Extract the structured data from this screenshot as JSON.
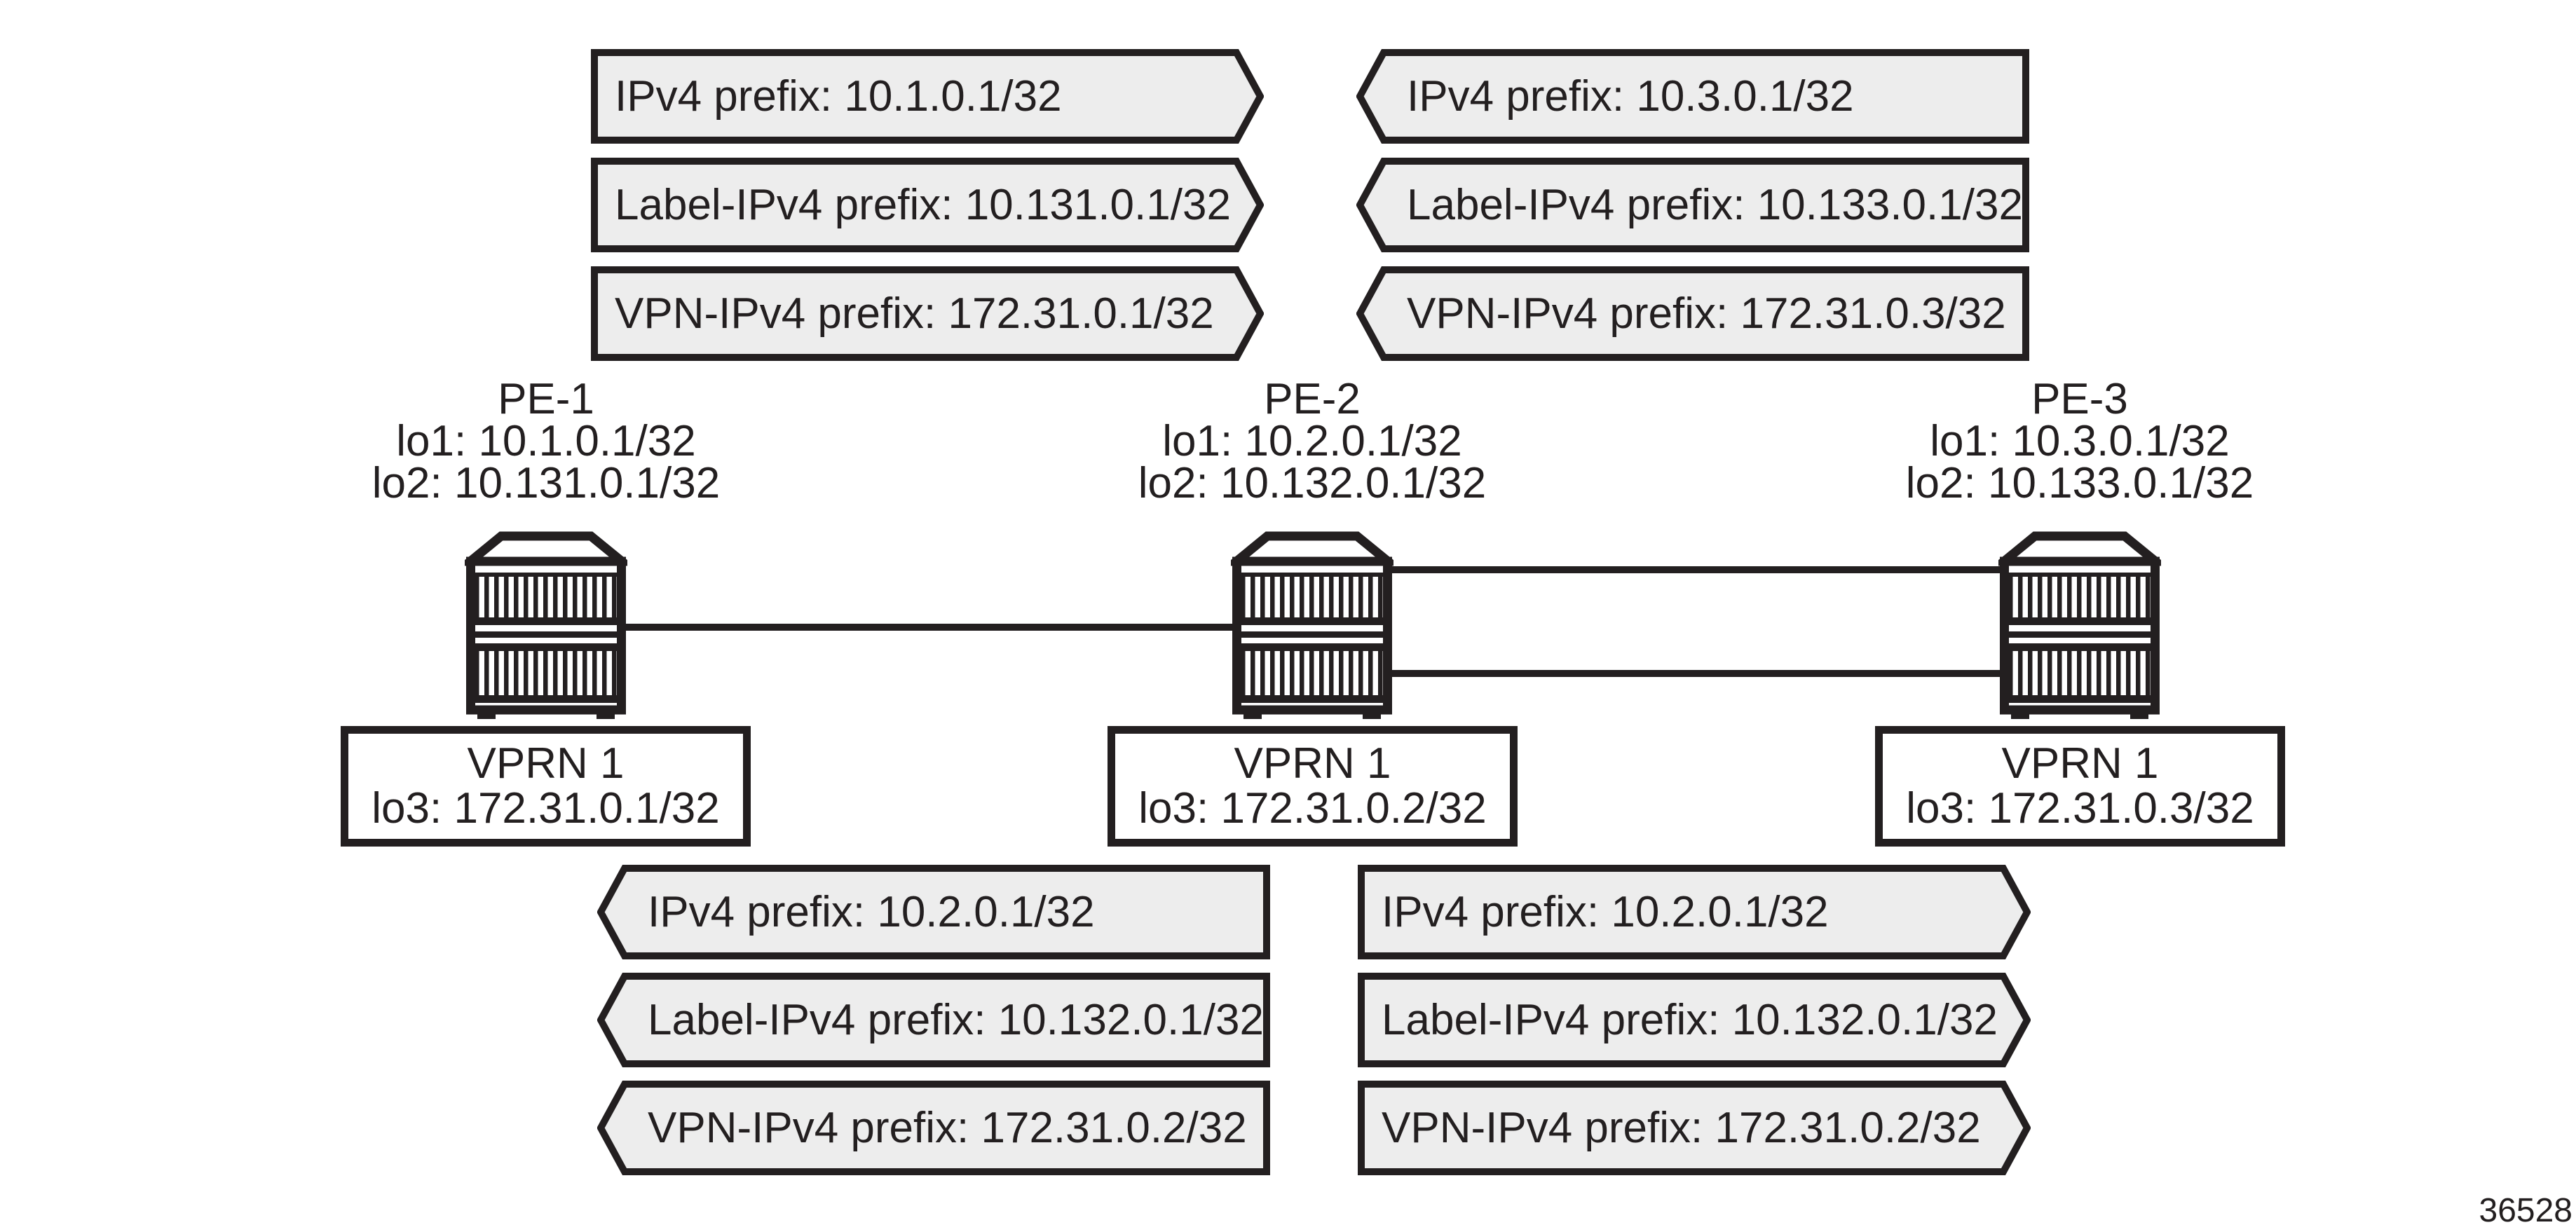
{
  "colors": {
    "ink": "#231f20",
    "callout_fill": "#ededed",
    "background": "#ffffff"
  },
  "ads": {
    "top_left": {
      "direction": "right",
      "items": [
        "IPv4 prefix: 10.1.0.1/32",
        "Label-IPv4 prefix: 10.131.0.1/32",
        "VPN-IPv4 prefix: 172.31.0.1/32"
      ]
    },
    "top_right": {
      "direction": "left",
      "items": [
        "IPv4 prefix: 10.3.0.1/32",
        "Label-IPv4 prefix: 10.133.0.1/32",
        "VPN-IPv4 prefix: 172.31.0.3/32"
      ]
    },
    "bottom_left": {
      "direction": "left",
      "items": [
        "IPv4 prefix: 10.2.0.1/32",
        "Label-IPv4 prefix: 10.132.0.1/32",
        "VPN-IPv4 prefix: 172.31.0.2/32"
      ]
    },
    "bottom_right": {
      "direction": "right",
      "items": [
        "IPv4 prefix: 10.2.0.1/32",
        "Label-IPv4 prefix: 10.132.0.1/32",
        "VPN-IPv4 prefix: 172.31.0.2/32"
      ]
    }
  },
  "routers": [
    {
      "name": "PE-1",
      "loopbacks": [
        "lo1: 10.1.0.1/32",
        "lo2: 10.131.0.1/32"
      ],
      "vprn": {
        "name": "VPRN 1",
        "loopback": "lo3: 172.31.0.1/32"
      }
    },
    {
      "name": "PE-2",
      "loopbacks": [
        "lo1: 10.2.0.1/32",
        "lo2: 10.132.0.1/32"
      ],
      "vprn": {
        "name": "VPRN 1",
        "loopback": "lo3: 172.31.0.2/32"
      }
    },
    {
      "name": "PE-3",
      "loopbacks": [
        "lo1: 10.3.0.1/32",
        "lo2: 10.133.0.1/32"
      ],
      "vprn": {
        "name": "VPRN 1",
        "loopback": "lo3: 172.31.0.3/32"
      }
    }
  ],
  "links": [
    {
      "from": "PE-1",
      "to": "PE-2"
    },
    {
      "from": "PE-2",
      "to": "PE-3"
    },
    {
      "from": "PE-2",
      "to": "PE-3"
    }
  ],
  "figure_number": "36528"
}
